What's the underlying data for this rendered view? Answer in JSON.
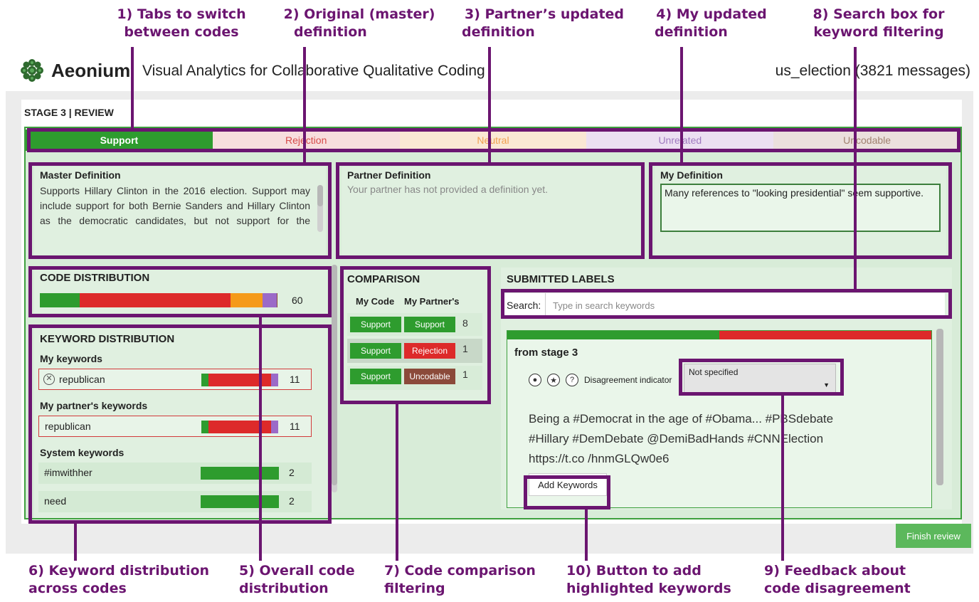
{
  "callouts": {
    "c1": [
      "1) Tabs to switch",
      "between codes"
    ],
    "c2": [
      "2) Original (master)",
      "definition"
    ],
    "c3": [
      "3) Partner’s updated",
      "definition"
    ],
    "c4": [
      "4) My updated",
      "definition"
    ],
    "c8": [
      "8) Search box for",
      "keyword filtering"
    ],
    "c6": [
      "6) Keyword distribution",
      "across codes"
    ],
    "c5": [
      "5) Overall code",
      "distribution"
    ],
    "c7": [
      "7) Code comparison",
      "filtering"
    ],
    "c10": [
      "10) Button to add",
      "highlighted keywords"
    ],
    "c9": [
      "9) Feedback about",
      "code disagreement"
    ]
  },
  "header": {
    "app_name": "Aeonium",
    "subtitle": "Visual Analytics for Collaborative Qualitative Coding",
    "dataset": "us_election (3821 messages)"
  },
  "stage_label": "STAGE 3 | REVIEW",
  "tabs": [
    {
      "label": "Support",
      "bg": "#2e9c2e",
      "color": "#ffffff",
      "bold": true
    },
    {
      "label": "Rejection",
      "bg": "#f7dede",
      "color": "#d64a4a"
    },
    {
      "label": "Neutral",
      "bg": "#fae8d4",
      "color": "#f0a050"
    },
    {
      "label": "Unrelated",
      "bg": "#ece0f2",
      "color": "#a07ac0"
    },
    {
      "label": "Uncodable",
      "bg": "#ebe0dd",
      "color": "#a08070"
    }
  ],
  "master": {
    "title": "Master Definition",
    "text": "Supports Hillary Clinton in the 2016 election. Support may include support for both Bernie Sanders and Hillary Clinton as the democratic candidates, but not support for the democratic"
  },
  "partner": {
    "title": "Partner Definition",
    "text": "Your partner has not provided a definition yet."
  },
  "mydef": {
    "title": "My Definition",
    "text": "Many references to \"looking presidential\" seem supportive."
  },
  "code_distribution": {
    "title": "CODE DISTRIBUTION",
    "count": "60",
    "segments": [
      {
        "code": "Support",
        "fraction": 0.168,
        "color": "#2e9c2e"
      },
      {
        "code": "Rejection",
        "fraction": 0.635,
        "color": "#dd2a2a"
      },
      {
        "code": "Neutral",
        "fraction": 0.135,
        "color": "#f59a1a"
      },
      {
        "code": "Unrelated",
        "fraction": 0.058,
        "color": "#9b6ac8"
      },
      {
        "code": "Uncodable",
        "fraction": 0.004,
        "color": "#8b4a3a"
      }
    ]
  },
  "keyword_distribution": {
    "title": "KEYWORD DISTRIBUTION",
    "my_label": "My keywords",
    "partner_label": "My partner's keywords",
    "system_label": "System keywords",
    "my": [
      {
        "word": "republican",
        "count": "11"
      }
    ],
    "partner": [
      {
        "word": "republican",
        "count": "11"
      }
    ],
    "system": [
      {
        "word": "#imwithher",
        "count": "2"
      },
      {
        "word": "need",
        "count": "2"
      }
    ]
  },
  "comparison": {
    "title": "COMPARISON",
    "col_mine": "My Code",
    "col_partner": "My Partner's",
    "rows": [
      {
        "mine": "Support",
        "partner": "Support",
        "count": "8",
        "partner_color": "#2e9c2e"
      },
      {
        "mine": "Support",
        "partner": "Rejection",
        "count": "1",
        "partner_color": "#dd2a2a"
      },
      {
        "mine": "Support",
        "partner": "Uncodable",
        "count": "1",
        "partner_color": "#8b4a3a"
      }
    ]
  },
  "labels": {
    "title": "SUBMITTED LABELS",
    "search_label": "Search:",
    "search_placeholder": "Type in search keywords",
    "card_title": "from stage 3",
    "disagreement_label": "Disagreement indicator",
    "disagreement_value": "Not specified",
    "message": "Being a #Democrat in the age of #Obama... #PBSdebate #Hillary #DemDebate @DemiBadHands #CNNElection https://t.co /hnmGLQw0e6",
    "add_keywords": "Add Keywords"
  },
  "finish_review": "Finish review",
  "colors": {
    "accent": "#6b1570",
    "support": "#2e9c2e",
    "rejection": "#dd2a2a",
    "neutral": "#f59a1a",
    "unrelated": "#9b6ac8",
    "uncodable": "#8b4a3a"
  }
}
